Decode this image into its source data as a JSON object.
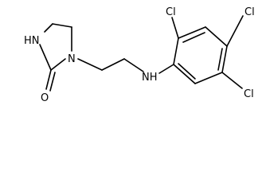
{
  "molecule": {
    "atoms": {
      "hn": "HN",
      "n_ring": "N",
      "o": "O",
      "nh": "NH",
      "cl1": "Cl",
      "cl2": "Cl",
      "cl3": "Cl"
    }
  },
  "colors": {
    "bond": "#000000",
    "background": "#ffffff"
  }
}
